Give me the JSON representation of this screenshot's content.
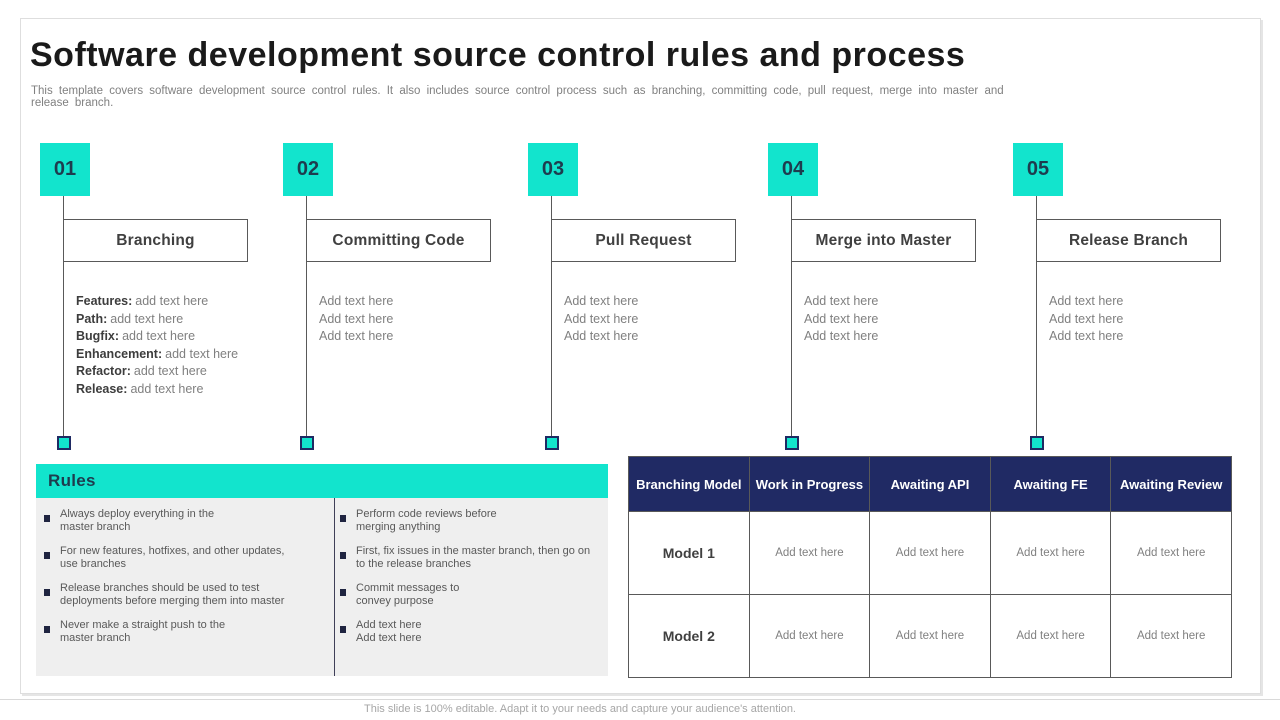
{
  "slide": {
    "title": "Software development source control rules and process",
    "subtitle": "This template covers software development source control rules. It also includes source control process such as branching, committing code, pull request, merge into master and release branch.",
    "footer": "This slide is 100% editable. Adapt it to your needs and capture your audience's attention."
  },
  "colors": {
    "teal_accent": "#12e4cd",
    "navy_header": "#202a64",
    "dark_label": "#404040",
    "placeholder_gray": "#808080"
  },
  "steps": [
    {
      "number": "01",
      "label": "Branching",
      "details": [
        {
          "label": "Features:",
          "text": "add text here"
        },
        {
          "label": "Path:",
          "text": "add text here"
        },
        {
          "label": "Bugfix:",
          "text": "add text here"
        },
        {
          "label": "Enhancement:",
          "text": "add text here"
        },
        {
          "label": "Refactor:",
          "text": "add text here"
        },
        {
          "label": "Release:",
          "text": "add text here"
        }
      ]
    },
    {
      "number": "02",
      "label": "Committing Code",
      "details": [
        {
          "text": "Add text here"
        },
        {
          "text": "Add text here"
        },
        {
          "text": "Add text here"
        }
      ]
    },
    {
      "number": "03",
      "label": "Pull Request",
      "details": [
        {
          "text": "Add text here"
        },
        {
          "text": "Add text here"
        },
        {
          "text": "Add text here"
        }
      ]
    },
    {
      "number": "04",
      "label": "Merge into Master",
      "details": [
        {
          "text": "Add text here"
        },
        {
          "text": "Add text here"
        },
        {
          "text": "Add text here"
        }
      ]
    },
    {
      "number": "05",
      "label": "Release Branch",
      "details": [
        {
          "text": "Add text here"
        },
        {
          "text": "Add text here"
        },
        {
          "text": "Add text here"
        }
      ]
    }
  ],
  "rules": {
    "title": "Rules",
    "left": [
      {
        "l1": "Always deploy everything in the",
        "l2": "master branch"
      },
      {
        "l1": "For new features, hotfixes, and other updates,",
        "l2": "use branches"
      },
      {
        "l1": "Release branches should be used to test",
        "l2": "deployments before merging them into master"
      },
      {
        "l1": "Never make a straight push to the",
        "l2": "master branch"
      }
    ],
    "right": [
      {
        "l1": "Perform code reviews before",
        "l2": "merging anything"
      },
      {
        "l1": "First, fix issues in the master branch, then go on",
        "l2": "to the release branches"
      },
      {
        "l1": "Commit messages to",
        "l2": "convey purpose"
      },
      {
        "l1": "Add text here",
        "l2": "Add text here"
      }
    ]
  },
  "table": {
    "headers": [
      "Branching Model",
      "Work in Progress",
      "Awaiting API",
      "Awaiting FE",
      "Awaiting Review"
    ],
    "rows": [
      {
        "label": "Model 1",
        "cells": [
          "Add text here",
          "Add text here",
          "Add text here",
          "Add text here"
        ]
      },
      {
        "label": "Model 2",
        "cells": [
          "Add text here",
          "Add text here",
          "Add text here",
          "Add text here"
        ]
      }
    ]
  }
}
